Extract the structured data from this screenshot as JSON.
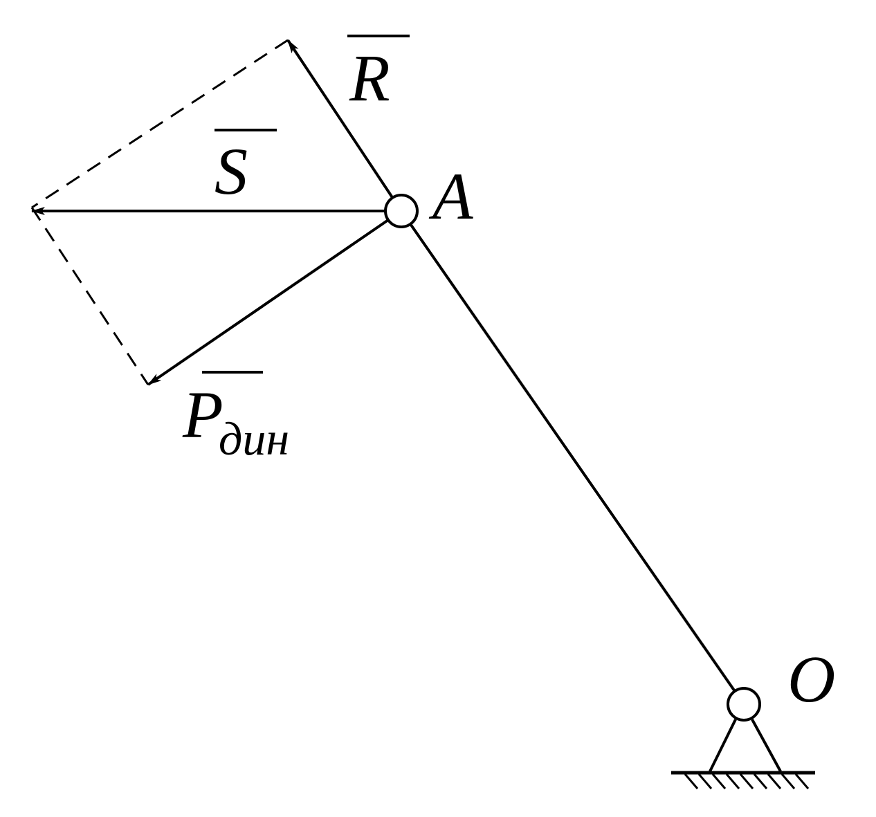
{
  "labels": {
    "R": "R",
    "S": "S",
    "P": "P",
    "P_sub": "дин",
    "A": "A",
    "O": "O"
  },
  "colors": {
    "stroke": "#000000",
    "background": "#ffffff"
  }
}
